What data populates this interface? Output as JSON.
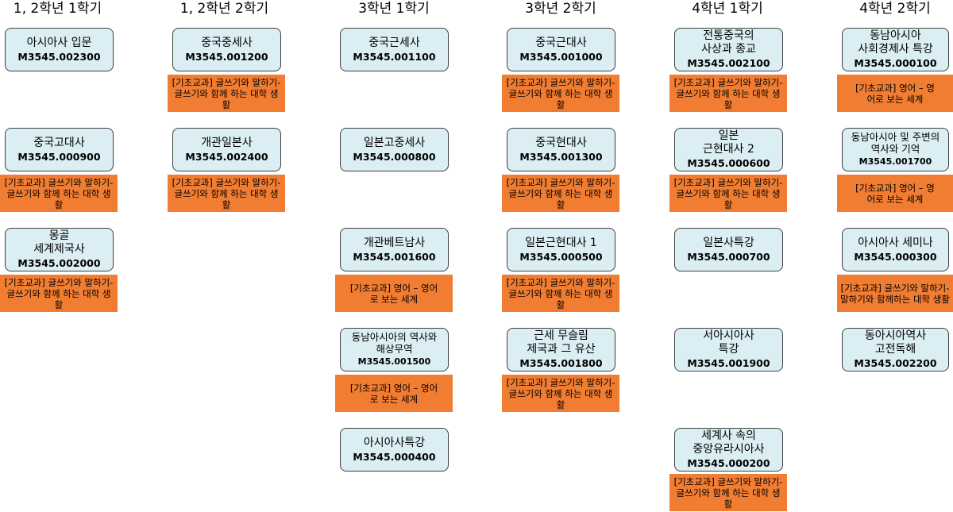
{
  "columns": [
    "1, 2학년 1학기",
    "1, 2학년 2학기",
    "3학년 1학기",
    "3학년 2학기",
    "4학년 1학기",
    "4학년 2학기"
  ],
  "courses": [
    {
      "name": "아시아사 입문",
      "code": "M3545.002300"
    },
    {
      "name": "중국고대사",
      "code": "M3545.000900"
    },
    {
      "name": "몽골\n세계제국사",
      "code": "M3545.002000"
    },
    {
      "name": "중국중세사",
      "code": "M3545.001200"
    },
    {
      "name": "개관일본사",
      "code": "M3545.002400"
    },
    {
      "name": "중국근세사",
      "code": "M3545.001100"
    },
    {
      "name": "일본고중세사",
      "code": "M3545.000800"
    },
    {
      "name": "개관베트남사",
      "code": "M3545.001600"
    },
    {
      "name": "동남아시아의 역사와\n해상무역",
      "code": "M3545.001500"
    },
    {
      "name": "아시아사특강",
      "code": "M3545.000400"
    },
    {
      "name": "중국근대사",
      "code": "M3545.001000"
    },
    {
      "name": "중국현대사",
      "code": "M3545.001300"
    },
    {
      "name": "일본근현대사 1",
      "code": "M3545.000500"
    },
    {
      "name": "근세 무슬림\n제국과 그 유산",
      "code": "M3545.001800"
    },
    {
      "name": "전통중국의\n사상과 종교",
      "code": "M3545.002100"
    },
    {
      "name": "일본\n근현대사 2",
      "code": "M3545.000600"
    },
    {
      "name": "일본사특강",
      "code": "M3545.000700"
    },
    {
      "name": "서아시아사\n특강",
      "code": "M3545.001900"
    },
    {
      "name": "세계사 속의\n중앙유라시아사",
      "code": "M3545.000200"
    },
    {
      "name": "동남아시아\n사회경제사 특강",
      "code": "M3545.000100"
    },
    {
      "name": "동남아시아 및 주변의\n역사와 기억",
      "code": "M3545.001700"
    },
    {
      "name": "아시아사 세미나",
      "code": "M3545.000300"
    },
    {
      "name": "동아시아역사\n고전독해",
      "code": "M3545.002200"
    }
  ],
  "notes": {
    "writing": "[기초교과] 글쓰기와 말하기-글쓰기와 함께 하는 대학 생활",
    "english": "[기초교과] 영어 – 영어로 보는 세계",
    "writing_alt": "[기초교과] 글쓰기와 말하기-말하기와 함께하는 대학 생활"
  },
  "colors": {
    "course_fill": "#daeef3",
    "course_border": "#3f3f3f",
    "note_fill": "#f07d32"
  }
}
